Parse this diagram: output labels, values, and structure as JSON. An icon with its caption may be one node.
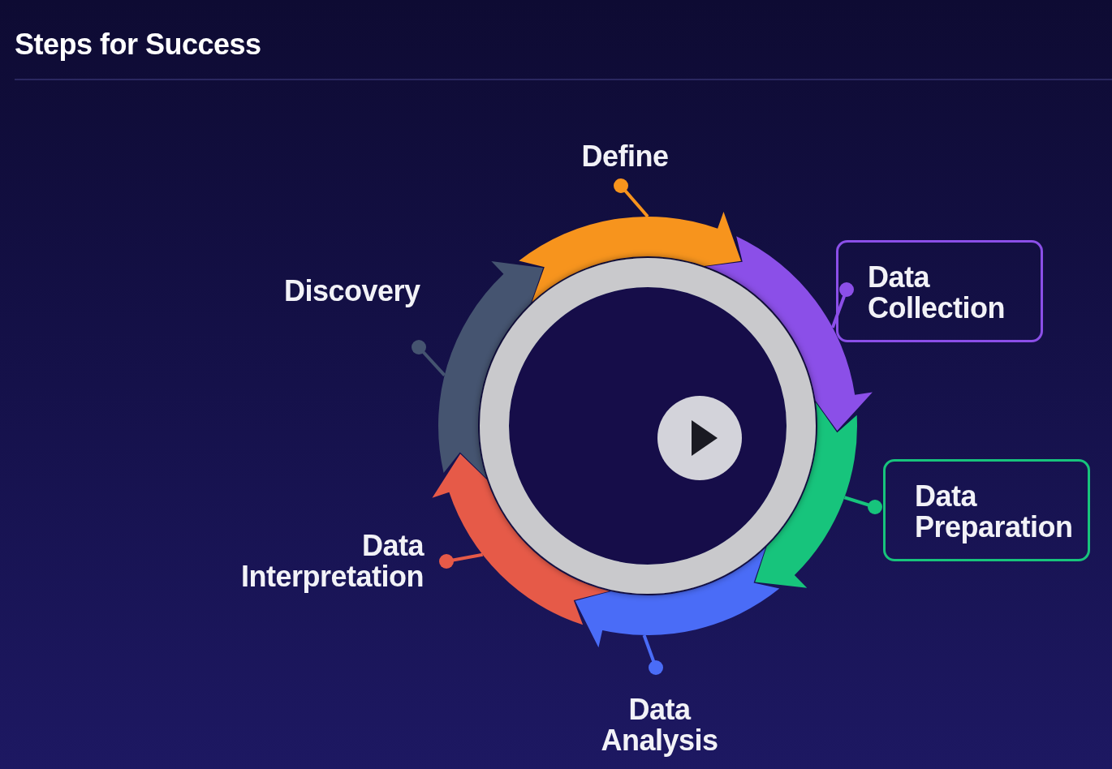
{
  "diagram": {
    "title": "Steps for Success",
    "nodes": [
      {
        "text": [
          "Define"
        ]
      },
      {
        "text": [
          "Data Collection"
        ]
      },
      {
        "text": [
          "Data Preparation"
        ]
      },
      {
        "text": [
          "Data Analysis"
        ]
      },
      {
        "text": [
          "Data Interpretation"
        ]
      },
      {
        "text": [
          "Discovery"
        ]
      },
      {
        "text": [],
        "shape": "arrow"
      },
      {
        "text": [],
        "shape": "arrow"
      },
      {
        "text": [],
        "shape": "arrow"
      },
      {
        "text": [],
        "shape": "arrow"
      },
      {
        "text": [],
        "shape": "arrow"
      },
      {
        "text": [],
        "shape": "arrow"
      }
    ],
    "edges": [
      {
        "from": 0,
        "to": 6,
        "arrow": "other",
        "color": "#f7941d"
      },
      {
        "from": 1,
        "to": 7,
        "arrow": "other",
        "color": "#8b4fe8"
      },
      {
        "from": 2,
        "to": 8,
        "arrow": "other",
        "color": "#17c47c"
      },
      {
        "from": 3,
        "to": 9,
        "arrow": "other",
        "color": "#4a6cf7"
      },
      {
        "from": 4,
        "to": 10,
        "arrow": "other",
        "color": "#e65a48"
      },
      {
        "from": 5,
        "to": 11,
        "arrow": "other",
        "color": "#455470"
      }
    ]
  }
}
